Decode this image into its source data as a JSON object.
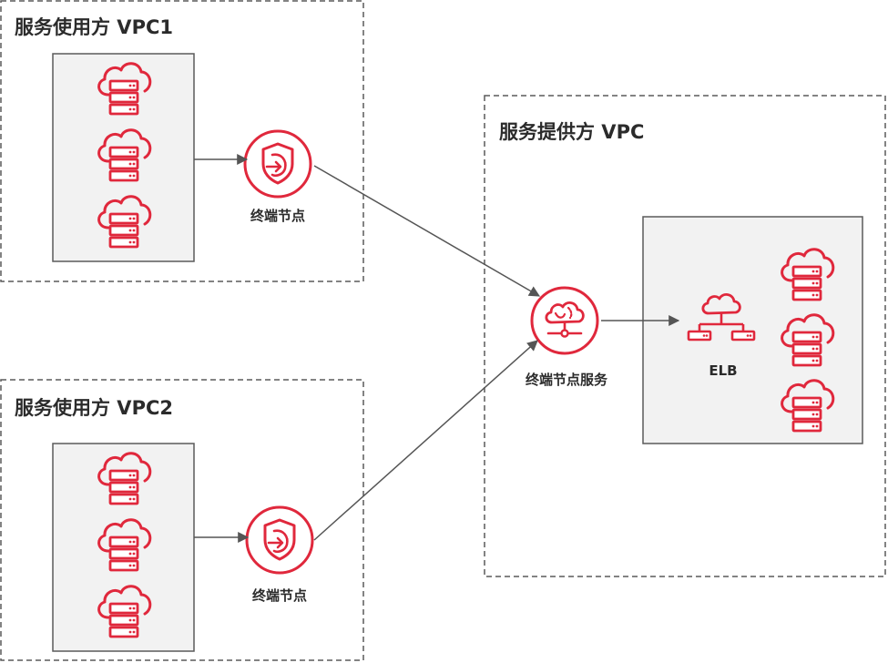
{
  "consumer_vpc1": {
    "title": "服务使用方 VPC1",
    "endpoint_label": "终端节点"
  },
  "consumer_vpc2": {
    "title": "服务使用方 VPC2",
    "endpoint_label": "终端节点"
  },
  "provider_vpc": {
    "title": "服务提供方 VPC",
    "endpoint_service_label": "终端节点服务",
    "elb_label": "ELB"
  },
  "colors": {
    "accent": "#e0283c",
    "border": "#5a5a5a",
    "arrow": "#555555",
    "box_fill": "#f2f2f2",
    "text": "#2b2b2b"
  }
}
